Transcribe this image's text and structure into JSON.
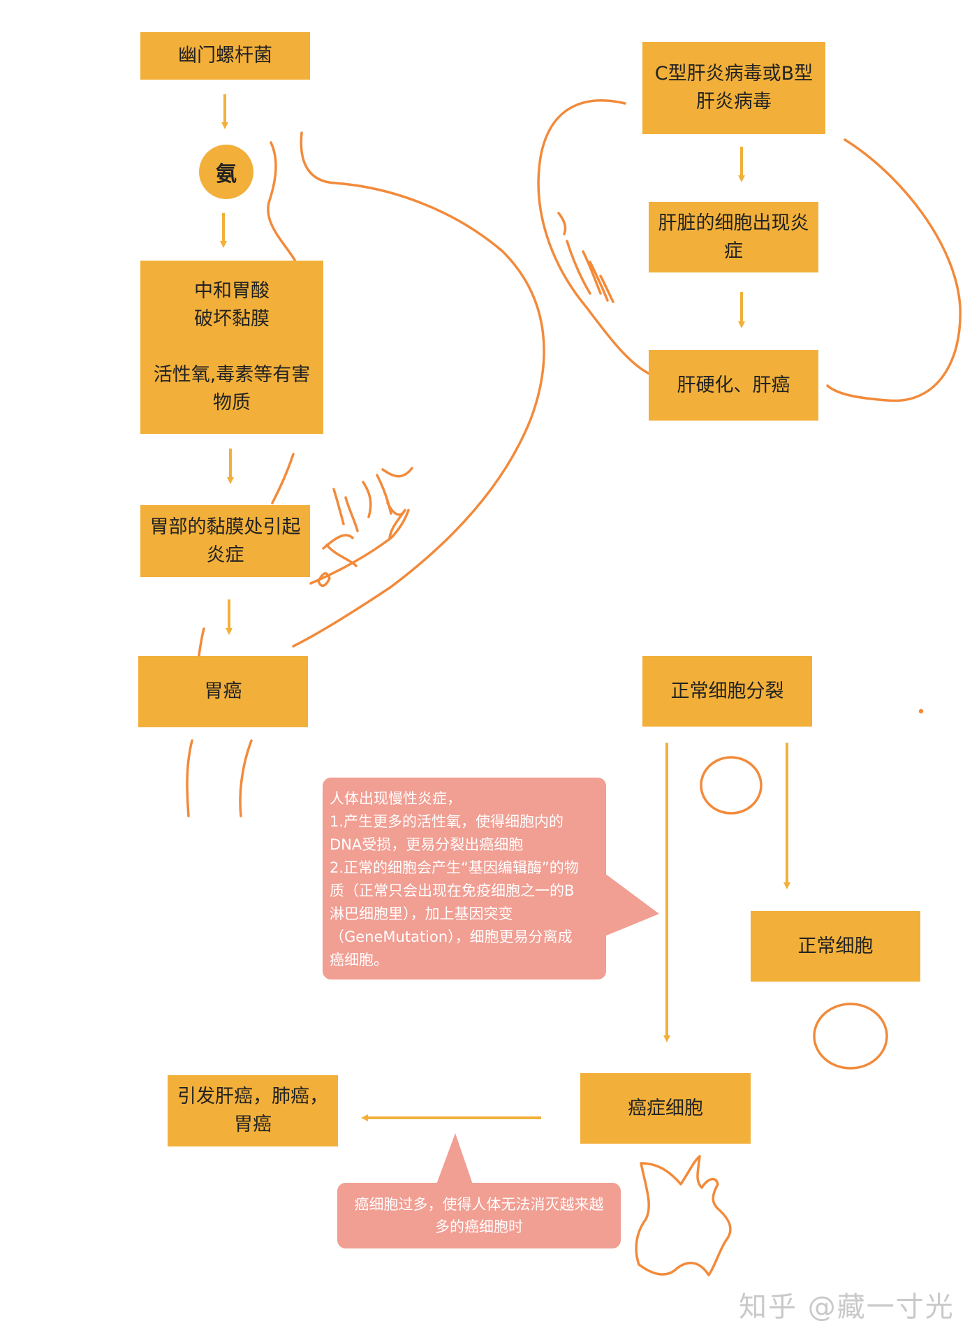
{
  "nodes": {
    "hpylori": "幽门螺杆菌",
    "ammonia": "氨",
    "neutralize": "中和胃酸\n破坏黏膜\n\n活性氧,毒素等有害\n物质",
    "mucosa_inflammation": "胃部的黏膜处引起\n炎症",
    "gastric_cancer": "胃癌",
    "hepatitis_virus": "C型肝炎病毒或B型\n肝炎病毒",
    "liver_inflammation": "肝脏的细胞出现炎\n症",
    "cirrhosis": "肝硬化、肝癌",
    "normal_division": "正常细胞分裂",
    "normal_cell": "正常细胞",
    "cancer_cell": "癌症细胞",
    "outcome": "引发肝癌，肺癌，\n胃癌"
  },
  "callouts": {
    "mutation": "人体出现慢性炎症，\n1.产生更多的活性氧，使得细胞内的\nDNA受损，更易分裂出癌细胞\n2.正常的细胞会产生“基因编辑酶”的物\n质（正常只会出现在免疫细胞之一的B\n淋巴细胞里），加上基因突变\n（GeneMutation），细胞更易分离成\n癌细胞。",
    "overload": "癌细胞过多，使得人体无法消灭越来越\n多的癌细胞时"
  },
  "watermark": "知乎 @藏一寸光",
  "colors": {
    "box": "#f2b03a",
    "arrow": "#f2b03a",
    "callout": "#f19e93",
    "sketch": "#f28a3a"
  }
}
